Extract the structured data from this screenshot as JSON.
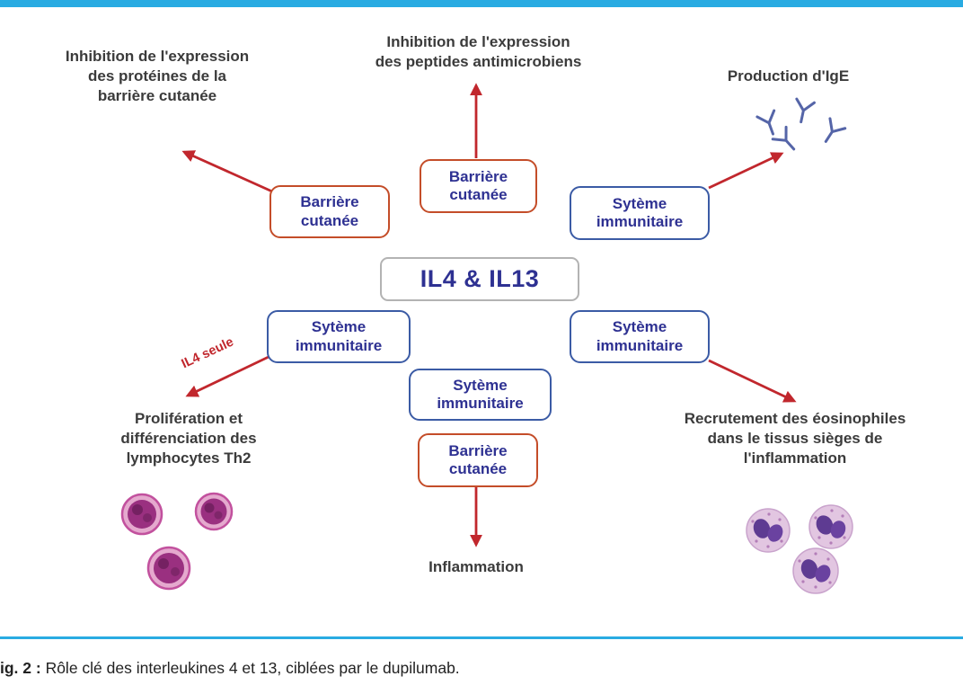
{
  "colors": {
    "accent_cyan": "#29ABE2",
    "dark_blue_text": "#2E3192",
    "blue_box_border": "#3B5BA5",
    "orange_box_border": "#C44D29",
    "arrow_red": "#C1272D",
    "center_box_border": "#B3B3B3",
    "body_text": "#3B3B3B",
    "antibody_blue": "#5565A8",
    "th2_cell_magenta": "#9A3080",
    "eosinophil_purple": "#5E3B92"
  },
  "center_label": "IL4 & IL13",
  "box_labels": {
    "barriere": {
      "line1": "Barrière",
      "line2": "cutanée"
    },
    "systeme": {
      "line1": "Sytème",
      "line2": "immunitaire"
    }
  },
  "outcomes": {
    "top_left": {
      "lines": [
        "Inhibition de l'expression",
        "des protéines de la",
        "barrière cutanée"
      ]
    },
    "top_center": {
      "lines": [
        "Inhibition de l'expression",
        "des peptides antimicrobiens"
      ]
    },
    "top_right": {
      "text": "Production d'IgE"
    },
    "left": {
      "lines": [
        "Prolifération et",
        "différenciation des",
        "lymphocytes Th2"
      ]
    },
    "right": {
      "lines": [
        "Recrutement des éosinophiles",
        "dans le tissus sièges de",
        "l'inflammation"
      ]
    },
    "bottom": {
      "text": "Inflammation"
    }
  },
  "arrow_label": "IL4 seule",
  "caption": {
    "label": "ig. 2 :",
    "text": " Rôle clé des interleukines 4 et 13, ciblées par le dupilumab."
  },
  "icons": {
    "antibodies": "antibody-y-icon",
    "th2_cells": "th2-lymphocyte-cells-icon",
    "eosinophils": "eosinophil-cells-icon"
  }
}
